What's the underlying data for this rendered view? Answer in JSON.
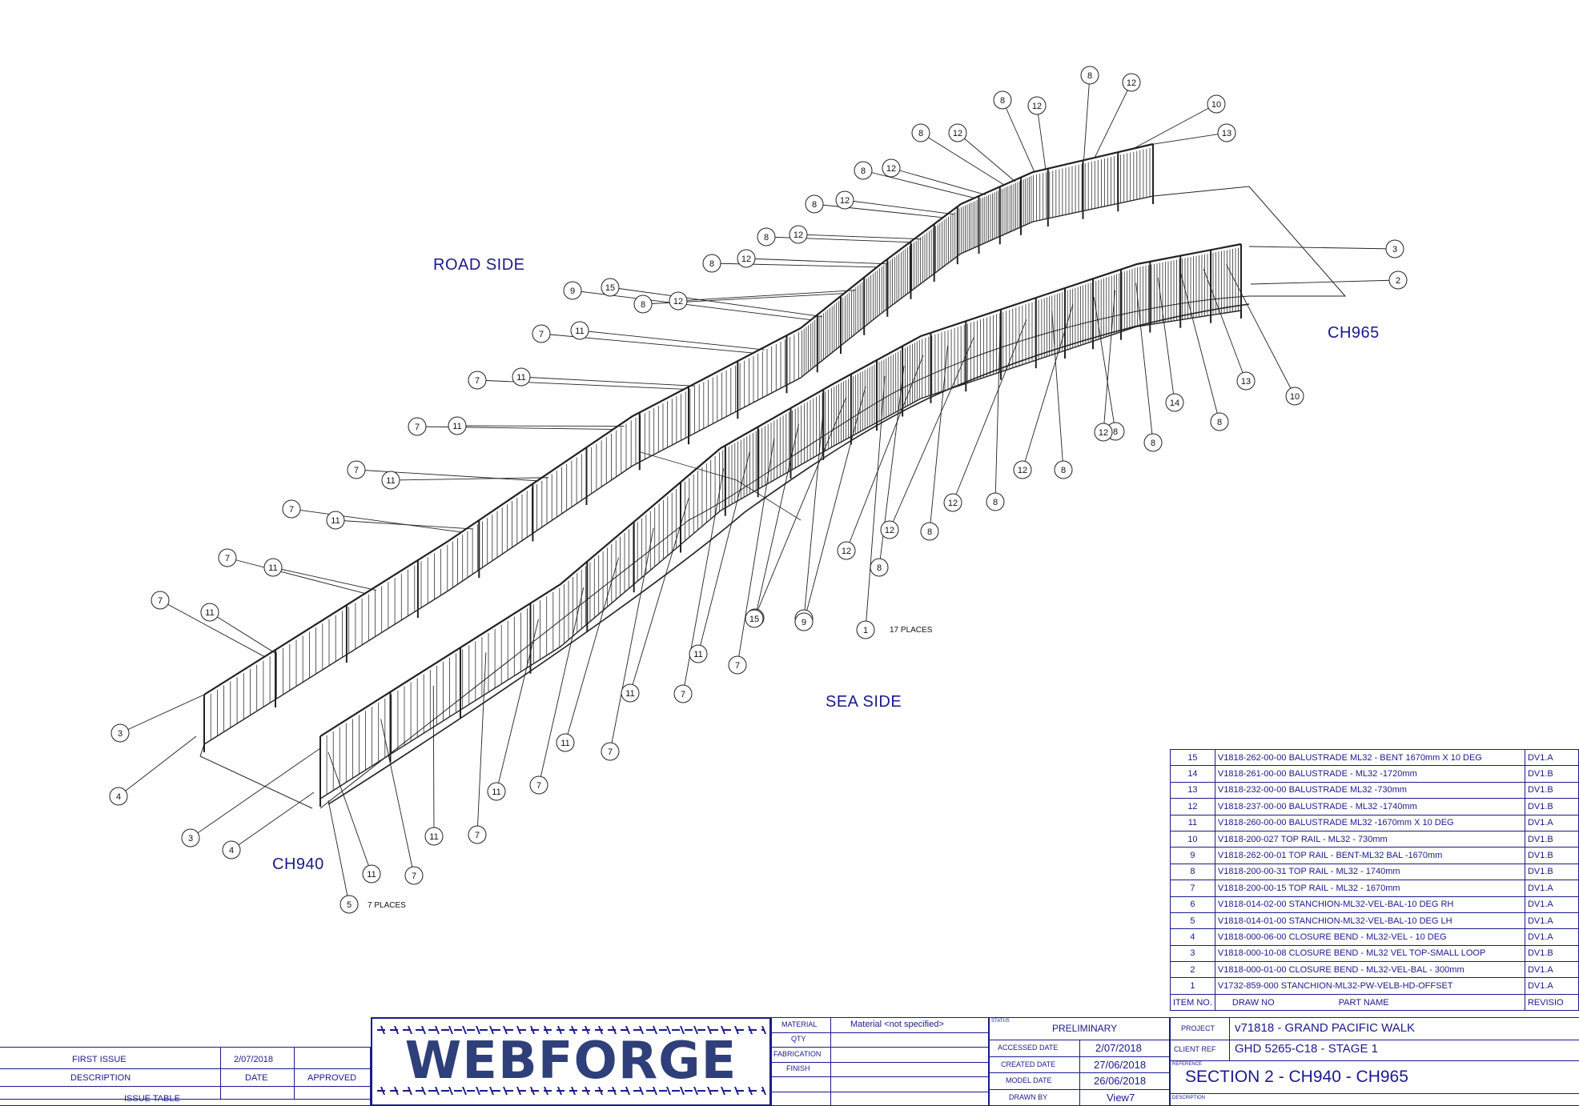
{
  "labels": {
    "road_side": "ROAD SIDE",
    "sea_side": "SEA SIDE",
    "ch965": "CH965",
    "ch940": "CH940",
    "places_17": "17 PLACES",
    "places_7": "7 PLACES"
  },
  "balloons": {
    "road_top": [
      [
        "7",
        "11"
      ],
      [
        "7",
        "11"
      ],
      [
        "7",
        "11"
      ],
      [
        "7",
        "11"
      ],
      [
        "7",
        "11"
      ],
      [
        "7",
        "11"
      ],
      [
        "7",
        "11"
      ],
      [
        "9",
        "15"
      ],
      [
        "8",
        "12"
      ],
      [
        "8",
        "12"
      ],
      [
        "8",
        "12"
      ],
      [
        "8",
        "12"
      ],
      [
        "8",
        "12"
      ],
      [
        "8",
        "12"
      ],
      [
        "8",
        "12"
      ],
      [
        "8",
        "12"
      ],
      [
        "10",
        "13"
      ],
      [
        "3",
        "2"
      ]
    ],
    "road_end": [
      "3",
      "4",
      "5"
    ],
    "sea_end": [
      "3",
      "4"
    ],
    "sea_bottom": [
      "11",
      "7",
      "11",
      "7",
      "11",
      "7",
      "11",
      "7",
      "11",
      "7",
      "11",
      "7",
      "11",
      "7",
      "15",
      "9",
      "1",
      "8",
      "12",
      "8",
      "12",
      "8",
      "12",
      "8",
      "12",
      "8",
      "12",
      "8",
      "14",
      "8",
      "13",
      "10"
    ],
    "sea_right": [
      "3",
      "2"
    ]
  },
  "bom": {
    "rows": [
      {
        "item": "15",
        "part": "V1818-262-00-00   BALUSTRADE ML32 - BENT 1670mm X 10 DEG",
        "rev": "DV1.A"
      },
      {
        "item": "14",
        "part": "V1818-261-00-00   BALUSTRADE - ML32 -1720mm",
        "rev": "DV1.B"
      },
      {
        "item": "13",
        "part": "V1818-232-00-00   BALUSTRADE ML32 -730mm",
        "rev": "DV1.B"
      },
      {
        "item": "12",
        "part": "V1818-237-00-00   BALUSTRADE - ML32 -1740mm",
        "rev": "DV1.B"
      },
      {
        "item": "11",
        "part": "V1818-260-00-00   BALUSTRADE ML32 -1670mm X 10 DEG",
        "rev": "DV1.A"
      },
      {
        "item": "10",
        "part": "V1818-200-027   TOP RAIL - ML32 - 730mm",
        "rev": "DV1.B"
      },
      {
        "item": "9",
        "part": "V1818-262-00-01   TOP RAIL - BENT-ML32 BAL -1670mm",
        "rev": "DV1.B"
      },
      {
        "item": "8",
        "part": "V1818-200-00-31   TOP RAIL - ML32 - 1740mm",
        "rev": "DV1.B"
      },
      {
        "item": "7",
        "part": "V1818-200-00-15   TOP RAIL - ML32 - 1670mm",
        "rev": "DV1.A"
      },
      {
        "item": "6",
        "part": "V1818-014-02-00    STANCHION-ML32-VEL-BAL-10 DEG RH",
        "rev": "DV1.A"
      },
      {
        "item": "5",
        "part": "V1818-014-01-00    STANCHION-ML32-VEL-BAL-10 DEG LH",
        "rev": "DV1.A"
      },
      {
        "item": "4",
        "part": "V1818-000-06-00   CLOSURE BEND - ML32-VEL - 10 DEG",
        "rev": "DV1.A"
      },
      {
        "item": "3",
        "part": "V1818-000-10-08   CLOSURE BEND - ML32 VEL TOP-SMALL LOOP",
        "rev": "DV1.B"
      },
      {
        "item": "2",
        "part": "V1818-000-01-00   CLOSURE BEND - ML32-VEL-BAL - 300mm",
        "rev": "DV1.A"
      },
      {
        "item": "1",
        "part": "V1732-859-000     STANCHION-ML32-PW-VELB-HD-OFFSET",
        "rev": "DV1.A"
      }
    ],
    "header": {
      "item": "ITEM NO.",
      "draw": "DRAW NO",
      "part": "PART NAME",
      "rev": "REVISIO"
    }
  },
  "issue_table": {
    "row1": {
      "description": "FIRST ISSUE",
      "date": "2/07/2018",
      "approved": ""
    },
    "headers": {
      "description": "DESCRIPTION",
      "date": "DATE",
      "approved": "APPROVED"
    },
    "title": "ISSUE TABLE"
  },
  "logo": "WEBFORGE",
  "material_block": {
    "material_label": "MATERIAL",
    "material_value": "Material <not specified>",
    "qty_label": "QTY",
    "fabrication_label": "FABRICATION",
    "finish_label": "FINISH"
  },
  "status_block": {
    "status_label": "STATUS",
    "status_value": "PRELIMINARY",
    "accessed_label": "ACCESSED DATE",
    "accessed_value": "2/07/2018",
    "created_label": "CREATED DATE",
    "created_value": "27/06/2018",
    "model_label": "MODEL DATE",
    "model_value": "26/06/2018",
    "drawn_label": "DRAWN BY",
    "drawn_value": "View7"
  },
  "project_block": {
    "project_label": "PROJECT",
    "project_value": "v71818 - GRAND PACIFIC WALK",
    "client_label": "CLIENT REF",
    "client_value": "GHD 5265-C18 - STAGE 1",
    "reference_label": "REFERENCE",
    "reference_value": "SECTION 2 - CH940 - CH965",
    "description_label": "DESCRIPTION"
  },
  "colors": {
    "line": "#1a1a8c",
    "drawing": "#222222"
  }
}
